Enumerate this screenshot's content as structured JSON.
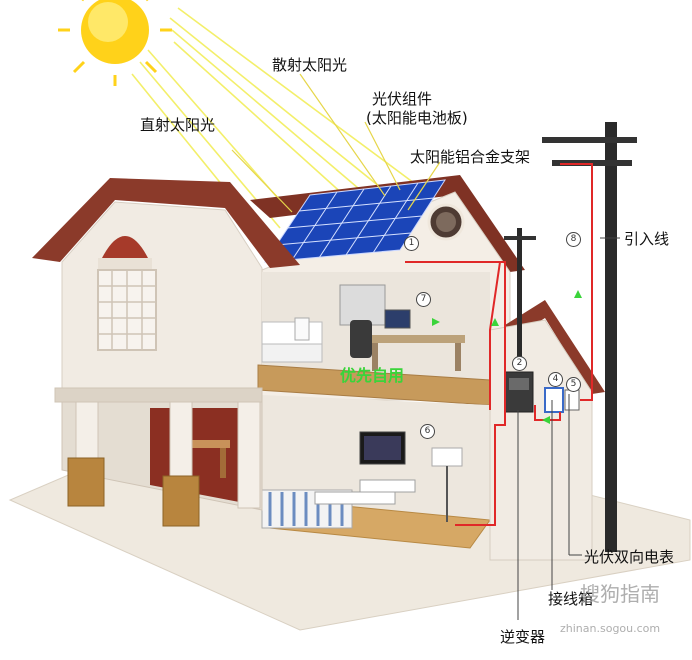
{
  "labels": {
    "scattered_sunlight": "散射太阳光",
    "pv_module_line1": "光伏组件",
    "pv_module_line2": "(太阳能电池板)",
    "direct_sunlight": "直射太阳光",
    "mount_bracket": "太阳能铝合金支架",
    "service_line": "引入线",
    "bidirectional_meter": "光伏双向电表",
    "junction_box": "接线箱",
    "inverter": "逆变器"
  },
  "markers": [
    "1",
    "2",
    "4",
    "5",
    "6",
    "7",
    "8"
  ],
  "overlay_text": "优先自用",
  "watermark": {
    "brand": "搜狗指南",
    "url": "zhinan.sogou.com"
  },
  "colors": {
    "sun": "#ffd21a",
    "sun_ray": "#f3ef6a",
    "roof": "#8b3a2a",
    "wall": "#f1ebe3",
    "solar_panel": "#1b45b8",
    "wire": "#e02828",
    "overlay": "#3ad43a",
    "pole": "#2a2a2a"
  },
  "icons": [
    "sun-icon",
    "solar-panel-icon",
    "house-icon",
    "utility-pole-icon",
    "inverter-icon",
    "meter-icon"
  ]
}
